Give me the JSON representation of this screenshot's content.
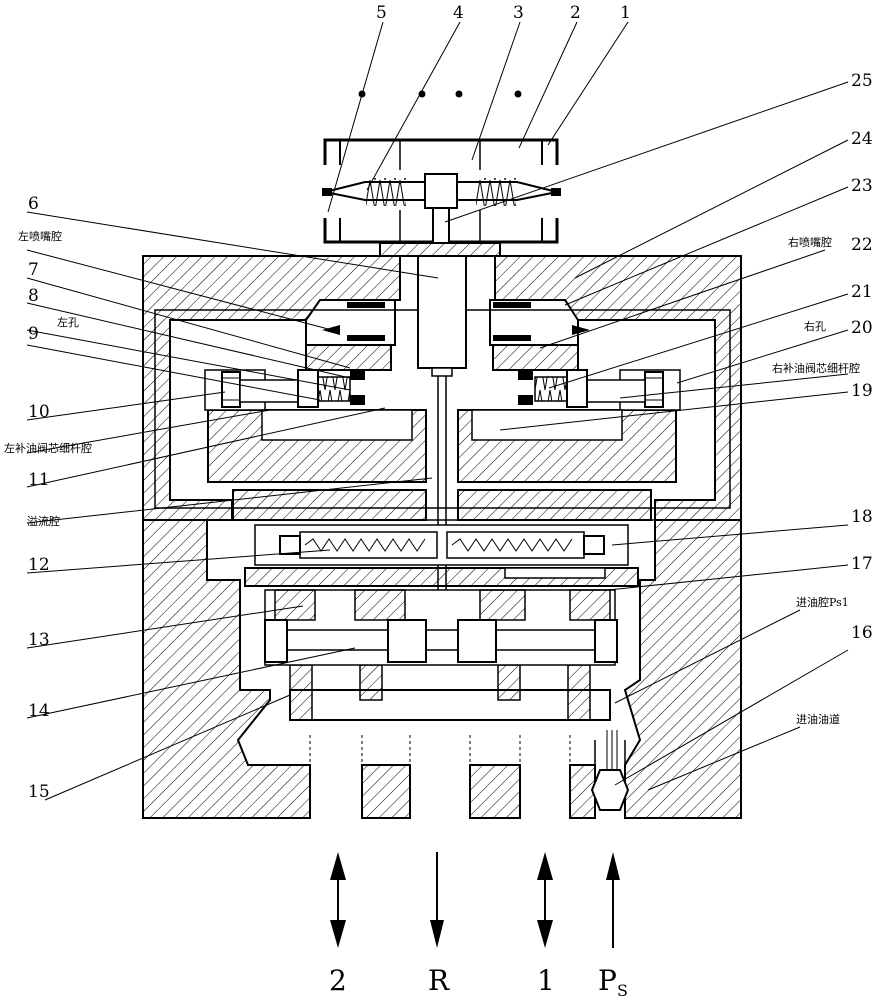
{
  "diagram": {
    "numbers": [
      "1",
      "2",
      "3",
      "4",
      "5",
      "6",
      "7",
      "8",
      "9",
      "10",
      "11",
      "12",
      "13",
      "14",
      "15",
      "16",
      "17",
      "18",
      "19",
      "20",
      "21",
      "22",
      "23",
      "24",
      "25"
    ],
    "labels": {
      "left_nozzle_chamber": "左喷嘴腔",
      "right_nozzle_chamber": "右喷嘴腔",
      "left_hole": "左孔",
      "right_hole": "右孔",
      "left_rod_chamber": "左补油阀芯细杆腔",
      "right_rod_chamber": "右补油阀芯细杆腔",
      "overflow_chamber": "溢流腔",
      "inlet_chamber": "进油腔Ps1",
      "inlet_channel": "进油油道"
    },
    "ports": {
      "p2": "2",
      "pR": "R",
      "p1": "1",
      "pS_main": "P",
      "pS_sub": "S"
    }
  }
}
